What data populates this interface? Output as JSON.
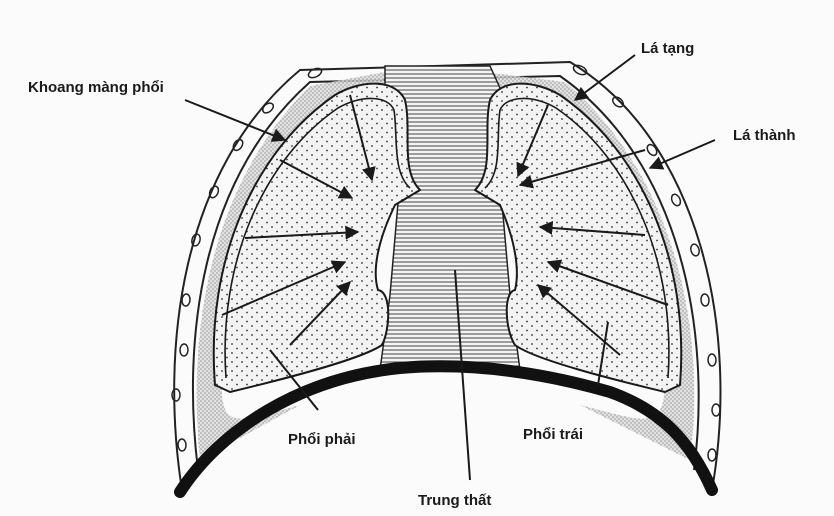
{
  "labels": {
    "pleural_cavity": "Khoang màng phổi",
    "visceral_pleura": "Lá tạng",
    "parietal_pleura": "Lá thành",
    "right_lung": "Phổi phải",
    "left_lung": "Phổi trái",
    "mediastinum": "Trung thất"
  },
  "colors": {
    "ink": "#1a1a1a",
    "lung_fill": "#f1f1f1",
    "pleura_band": "#e2e2e2",
    "background": "#fbfbfb"
  }
}
